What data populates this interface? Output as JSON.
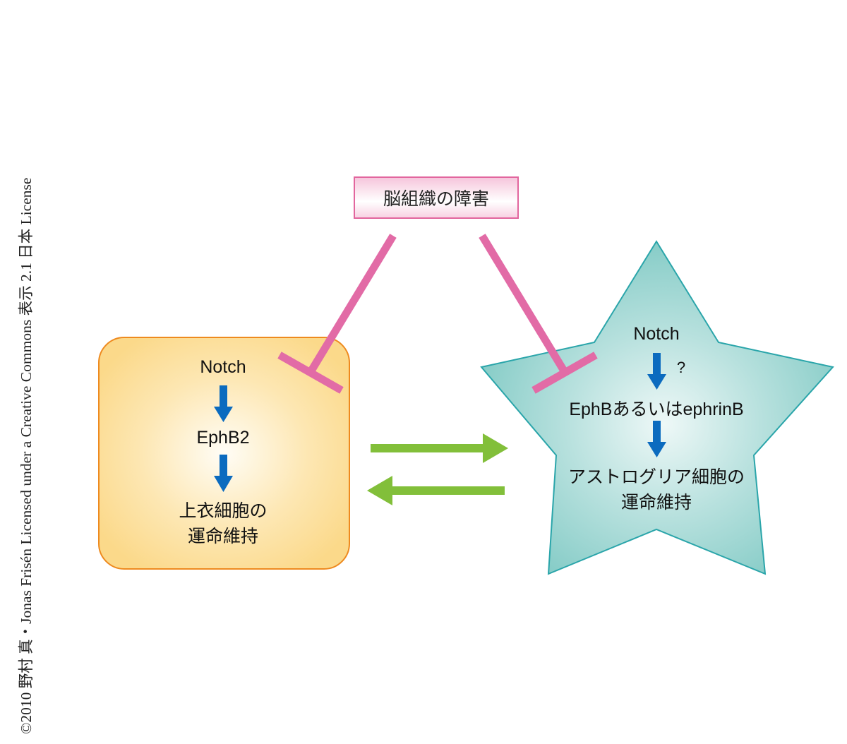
{
  "copyright": "©2010 野村 真・Jonas Frisén Licensed under a Creative Commons 表示 2.1 日本 License",
  "injury": {
    "label": "脳組織の障害"
  },
  "ependymal_cell": {
    "step1": "Notch",
    "step2": "EphB2",
    "outcome_line1": "上衣細胞の",
    "outcome_line2": "運命維持"
  },
  "astroglia_cell": {
    "step1": "Notch",
    "uncertain_mark": "?",
    "step2": "EphBあるいはephrinB",
    "outcome_line1": "アストログリア細胞の",
    "outcome_line2": "運命維持"
  },
  "colors": {
    "inhibit": "#e26ba6",
    "activate_arrow": "#0b6bbf",
    "conversion_arrow": "#82bf3a",
    "ependymal_fill": "#fbd98a",
    "ependymal_border": "#ee8a1f",
    "astroglia_fill": "#8dcfcb",
    "astroglia_border": "#2aa5aa"
  }
}
